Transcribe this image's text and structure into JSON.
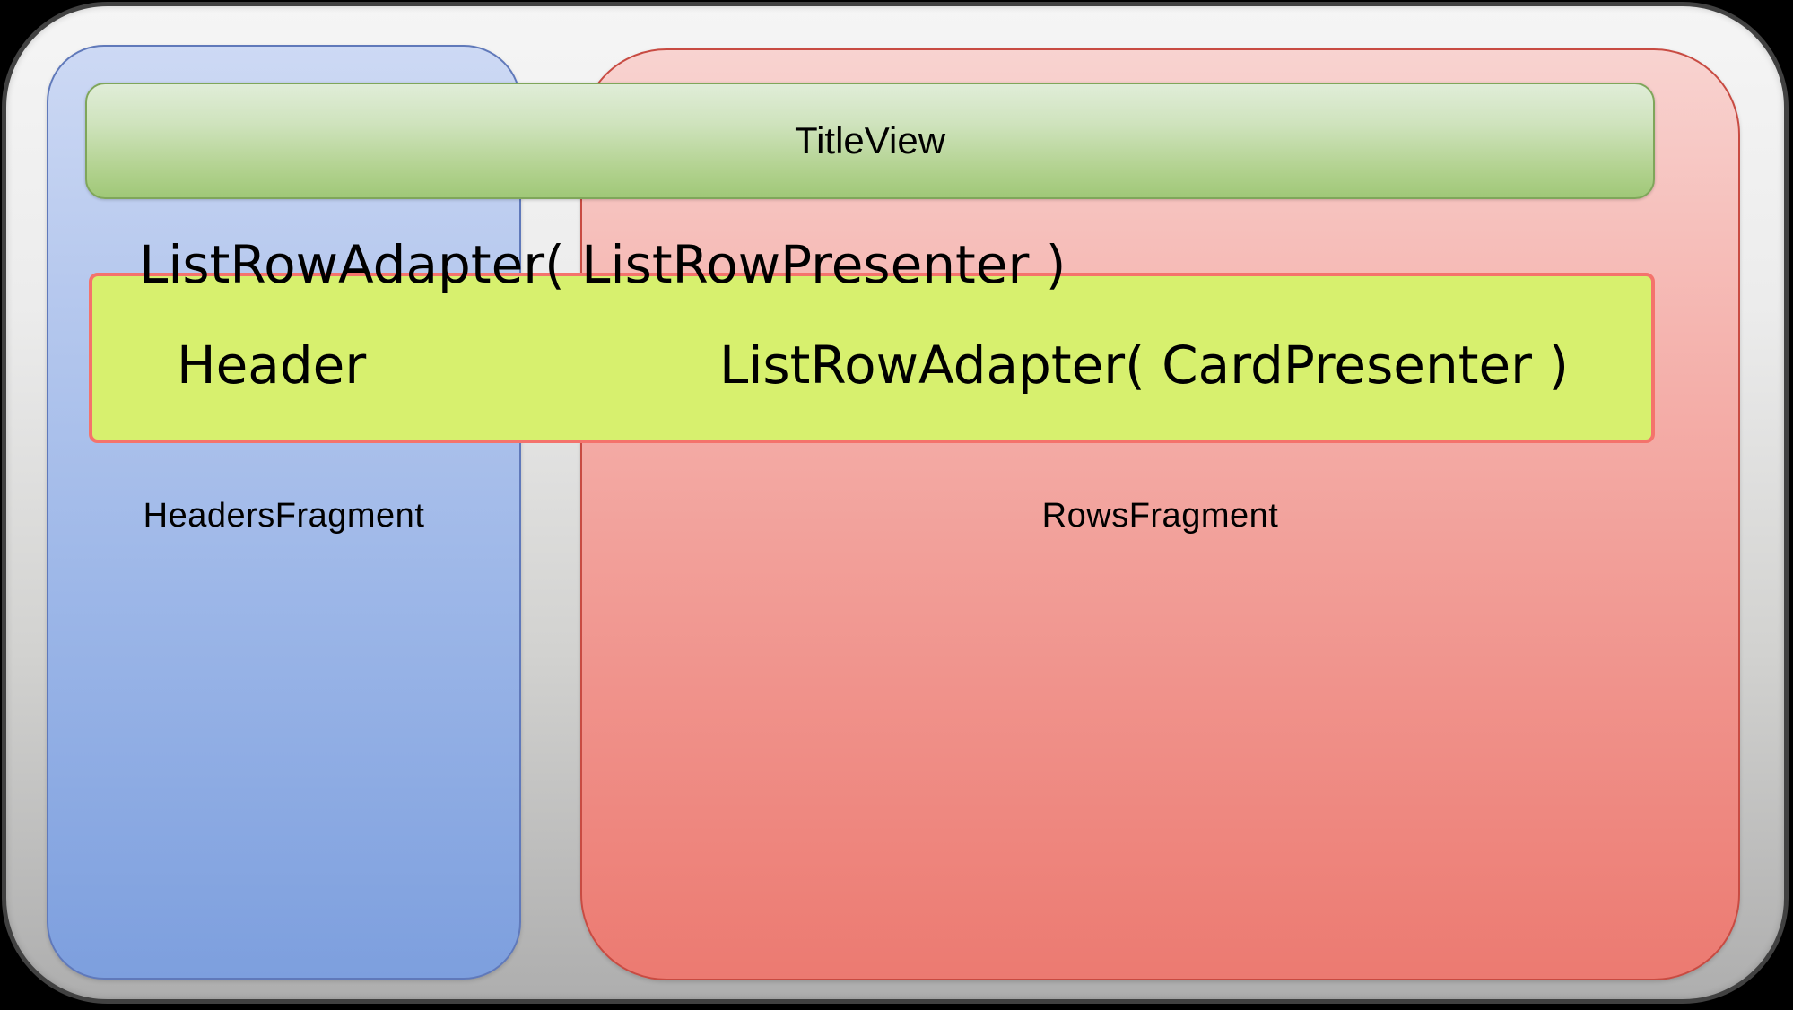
{
  "diagram": {
    "title_view": {
      "label": "TitleView"
    },
    "list_row_adapter_line": "ListRowAdapter( ListRowPresenter )",
    "adapter_box": {
      "header_label": "Header",
      "card_adapter_label": "ListRowAdapter( CardPresenter )"
    },
    "headers_fragment": {
      "label": "HeadersFragment"
    },
    "rows_fragment": {
      "label": "RowsFragment"
    },
    "colors": {
      "canvas_bg": "#000000",
      "frame_fill_top": "#f5f5f5",
      "frame_fill_bottom": "#aeaeae",
      "frame_border": "#414141",
      "headers_fill_top": "#cdd9f4",
      "headers_fill_bottom": "#7d9fde",
      "headers_border": "#6079ba",
      "rows_fill_top": "#f8d3d0",
      "rows_fill_bottom": "#ec7a71",
      "rows_border": "#c84b42",
      "title_fill_top": "#e0edd8",
      "title_fill_bottom": "#a0c878",
      "title_border": "#7fa65a",
      "adapter_fill": "#d7f06e",
      "adapter_border": "#f4736c",
      "text": "#000000"
    }
  }
}
